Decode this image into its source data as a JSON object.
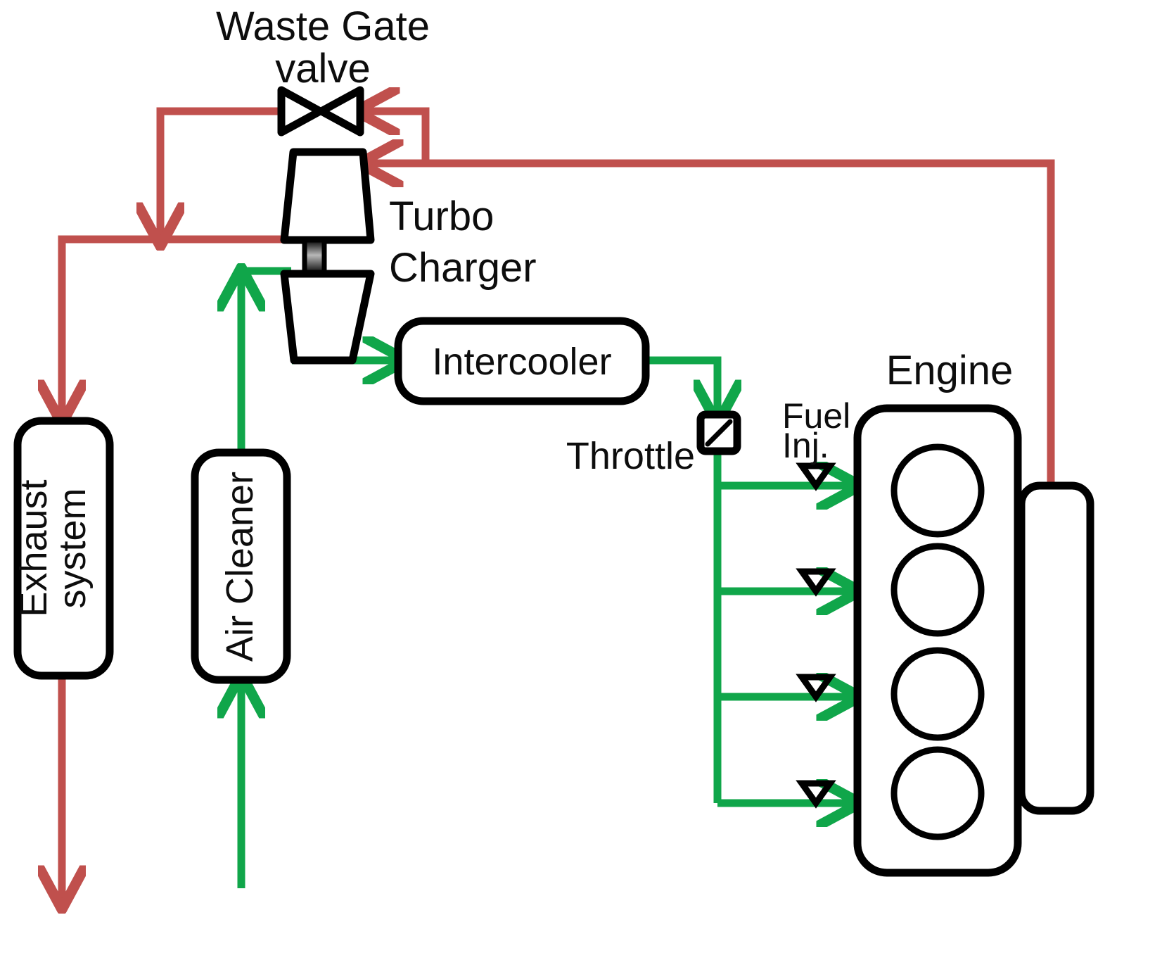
{
  "diagram": {
    "title": "Turbocharged engine air and exhaust flow schematic",
    "colors": {
      "exhaust_flow": "#c0504d",
      "air_flow": "#10a64a",
      "component_outline": "#000000",
      "background": "#ffffff"
    },
    "labels": {
      "waste_gate_line1": "Waste Gate",
      "waste_gate_line2": "valve",
      "turbo_line1": "Turbo",
      "turbo_line2": "Charger",
      "intercooler": "Intercooler",
      "throttle": "Throttle",
      "fuel_inj_line1": "Fuel",
      "fuel_inj_line2": "Inj.",
      "engine": "Engine",
      "exhaust_system_line1": "Exhaust",
      "exhaust_system_line2": "system",
      "air_cleaner": "Air Cleaner"
    },
    "components": [
      {
        "name": "waste-gate-valve",
        "type": "butterfly-valve",
        "label": "Waste Gate valve"
      },
      {
        "name": "turbocharger",
        "type": "turbine-compressor-pair",
        "label": "Turbo Charger"
      },
      {
        "name": "intercooler",
        "type": "rounded-box",
        "label": "Intercooler"
      },
      {
        "name": "throttle",
        "type": "square-valve",
        "label": "Throttle"
      },
      {
        "name": "engine",
        "type": "engine-block",
        "label": "Engine",
        "cylinders": 4
      },
      {
        "name": "exhaust-manifold",
        "type": "rounded-box",
        "label": ""
      },
      {
        "name": "exhaust-system",
        "type": "rounded-box",
        "label": "Exhaust system"
      },
      {
        "name": "air-cleaner",
        "type": "rounded-box",
        "label": "Air Cleaner"
      },
      {
        "name": "fuel-injector",
        "type": "triangle",
        "label": "Fuel Inj.",
        "count": 4
      }
    ],
    "flows": [
      {
        "name": "exhaust-engine-to-turbine",
        "color": "#c0504d",
        "from": "engine exhaust manifold",
        "to": "turbine inlet"
      },
      {
        "name": "exhaust-to-wastegate",
        "color": "#c0504d",
        "from": "exhaust manifold branch",
        "to": "waste gate valve"
      },
      {
        "name": "wastegate-bypass-to-exhaust",
        "color": "#c0504d",
        "from": "waste gate valve",
        "to": "exhaust system"
      },
      {
        "name": "turbine-out-to-exhaust",
        "color": "#c0504d",
        "from": "turbine outlet",
        "to": "exhaust system"
      },
      {
        "name": "exhaust-system-tailpipe",
        "color": "#c0504d",
        "from": "exhaust system",
        "to": "atmosphere"
      },
      {
        "name": "ambient-air-to-cleaner",
        "color": "#10a64a",
        "from": "atmosphere",
        "to": "air cleaner"
      },
      {
        "name": "cleaner-to-compressor",
        "color": "#10a64a",
        "from": "air cleaner",
        "to": "compressor inlet"
      },
      {
        "name": "compressor-to-intercooler",
        "color": "#10a64a",
        "from": "compressor outlet",
        "to": "intercooler"
      },
      {
        "name": "intercooler-to-throttle",
        "color": "#10a64a",
        "from": "intercooler",
        "to": "throttle"
      },
      {
        "name": "throttle-to-intake-runners",
        "color": "#10a64a",
        "from": "throttle",
        "to": "engine cylinders"
      }
    ]
  }
}
